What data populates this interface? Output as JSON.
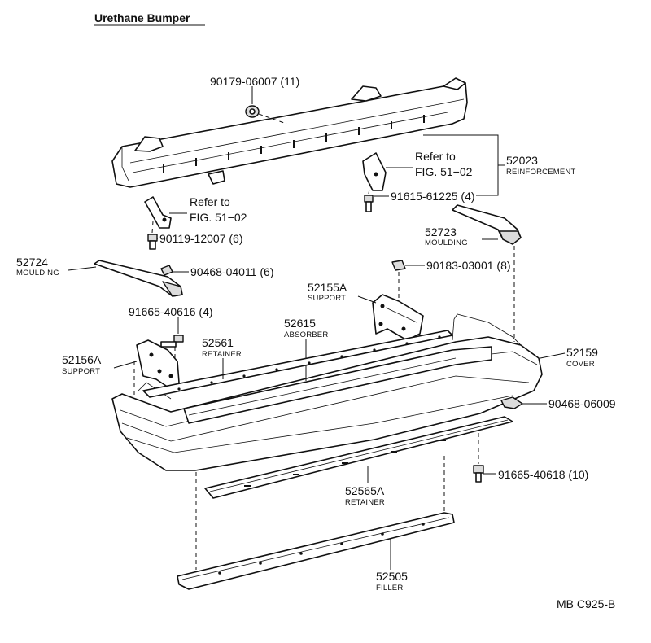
{
  "title": "Urethane Bumper",
  "diagram_code": "MB C925-B",
  "labels": {
    "p90179": "90179-06007 (11)",
    "refer1_a": "Refer to",
    "refer1_b": "FIG. 51−02",
    "p52023_num": "52023",
    "p52023_name": "REINFORCEMENT",
    "p91615": "91615-61225 (4)",
    "refer2_a": "Refer to",
    "refer2_b": "FIG. 51−02",
    "p90119": "90119-12007 (6)",
    "p52723_num": "52723",
    "p52723_name": "MOULDING",
    "p52724_num": "52724",
    "p52724_name": "MOULDING",
    "p90468a": "90468-04011 (6)",
    "p90183": "90183-03001 (8)",
    "p52155_num": "52155A",
    "p52155_name": "SUPPORT",
    "p91665a": "91665-40616 (4)",
    "p52615_num": "52615",
    "p52615_name": "ABSORBER",
    "p52561_num": "52561",
    "p52561_name": "RETAINER",
    "p52156_num": "52156A",
    "p52156_name": "SUPPORT",
    "p52159_num": "52159",
    "p52159_name": "COVER",
    "p90468b": "90468-06009",
    "p91665b": "91665-40618 (10)",
    "p52565_num": "52565A",
    "p52565_name": "RETAINER",
    "p52505_num": "52505",
    "p52505_name": "FILLER"
  }
}
